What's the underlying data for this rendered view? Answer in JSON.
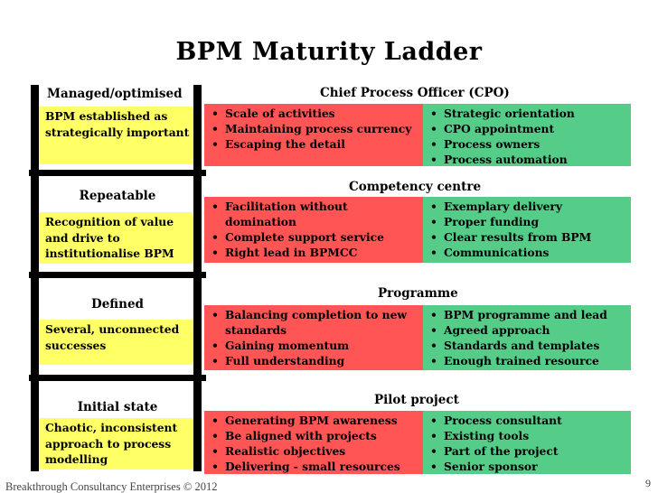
{
  "title": "BPM Maturity Ladder",
  "levels": [
    {
      "heading": "Managed/optimised",
      "description": "BPM established as strategically important"
    },
    {
      "heading": "Repeatable",
      "description": "Recognition of value and drive to institutionalise BPM"
    },
    {
      "heading": "Defined",
      "description": "Several, unconnected successes"
    },
    {
      "heading": "Initial state",
      "description": "Chaotic, inconsistent approach to process modelling"
    }
  ],
  "stages": [
    {
      "heading": "Chief Process Officer (CPO)",
      "challenges": [
        "Scale of activities",
        "Maintaining process currency",
        "Escaping the detail"
      ],
      "enablers": [
        "Strategic orientation",
        "CPO appointment",
        "Process owners",
        "Process automation"
      ]
    },
    {
      "heading": "Competency centre",
      "challenges": [
        "Facilitation without domination",
        "Complete support service",
        "Right lead in BPMCC"
      ],
      "enablers": [
        "Exemplary delivery",
        "Proper funding",
        "Clear results from BPM",
        "Communications"
      ]
    },
    {
      "heading": "Programme",
      "challenges": [
        "Balancing completion to new standards",
        "Gaining momentum",
        "Full understanding"
      ],
      "enablers": [
        "BPM programme and lead",
        "Agreed approach",
        "Standards and templates",
        "Enough trained resource"
      ]
    },
    {
      "heading": "Pilot project",
      "challenges": [
        "Generating BPM awareness",
        "Be aligned with projects",
        "Realistic objectives",
        "Delivering - small resources"
      ],
      "enablers": [
        "Process consultant",
        "Existing tools",
        "Part of the project",
        "Senior sponsor"
      ]
    }
  ],
  "footer": "Breakthrough Consultancy Enterprises © 2012",
  "page_number": "9",
  "colors": {
    "ladder_box": "#ffff66",
    "challenges": "#ff5555",
    "enablers": "#55cc88"
  }
}
